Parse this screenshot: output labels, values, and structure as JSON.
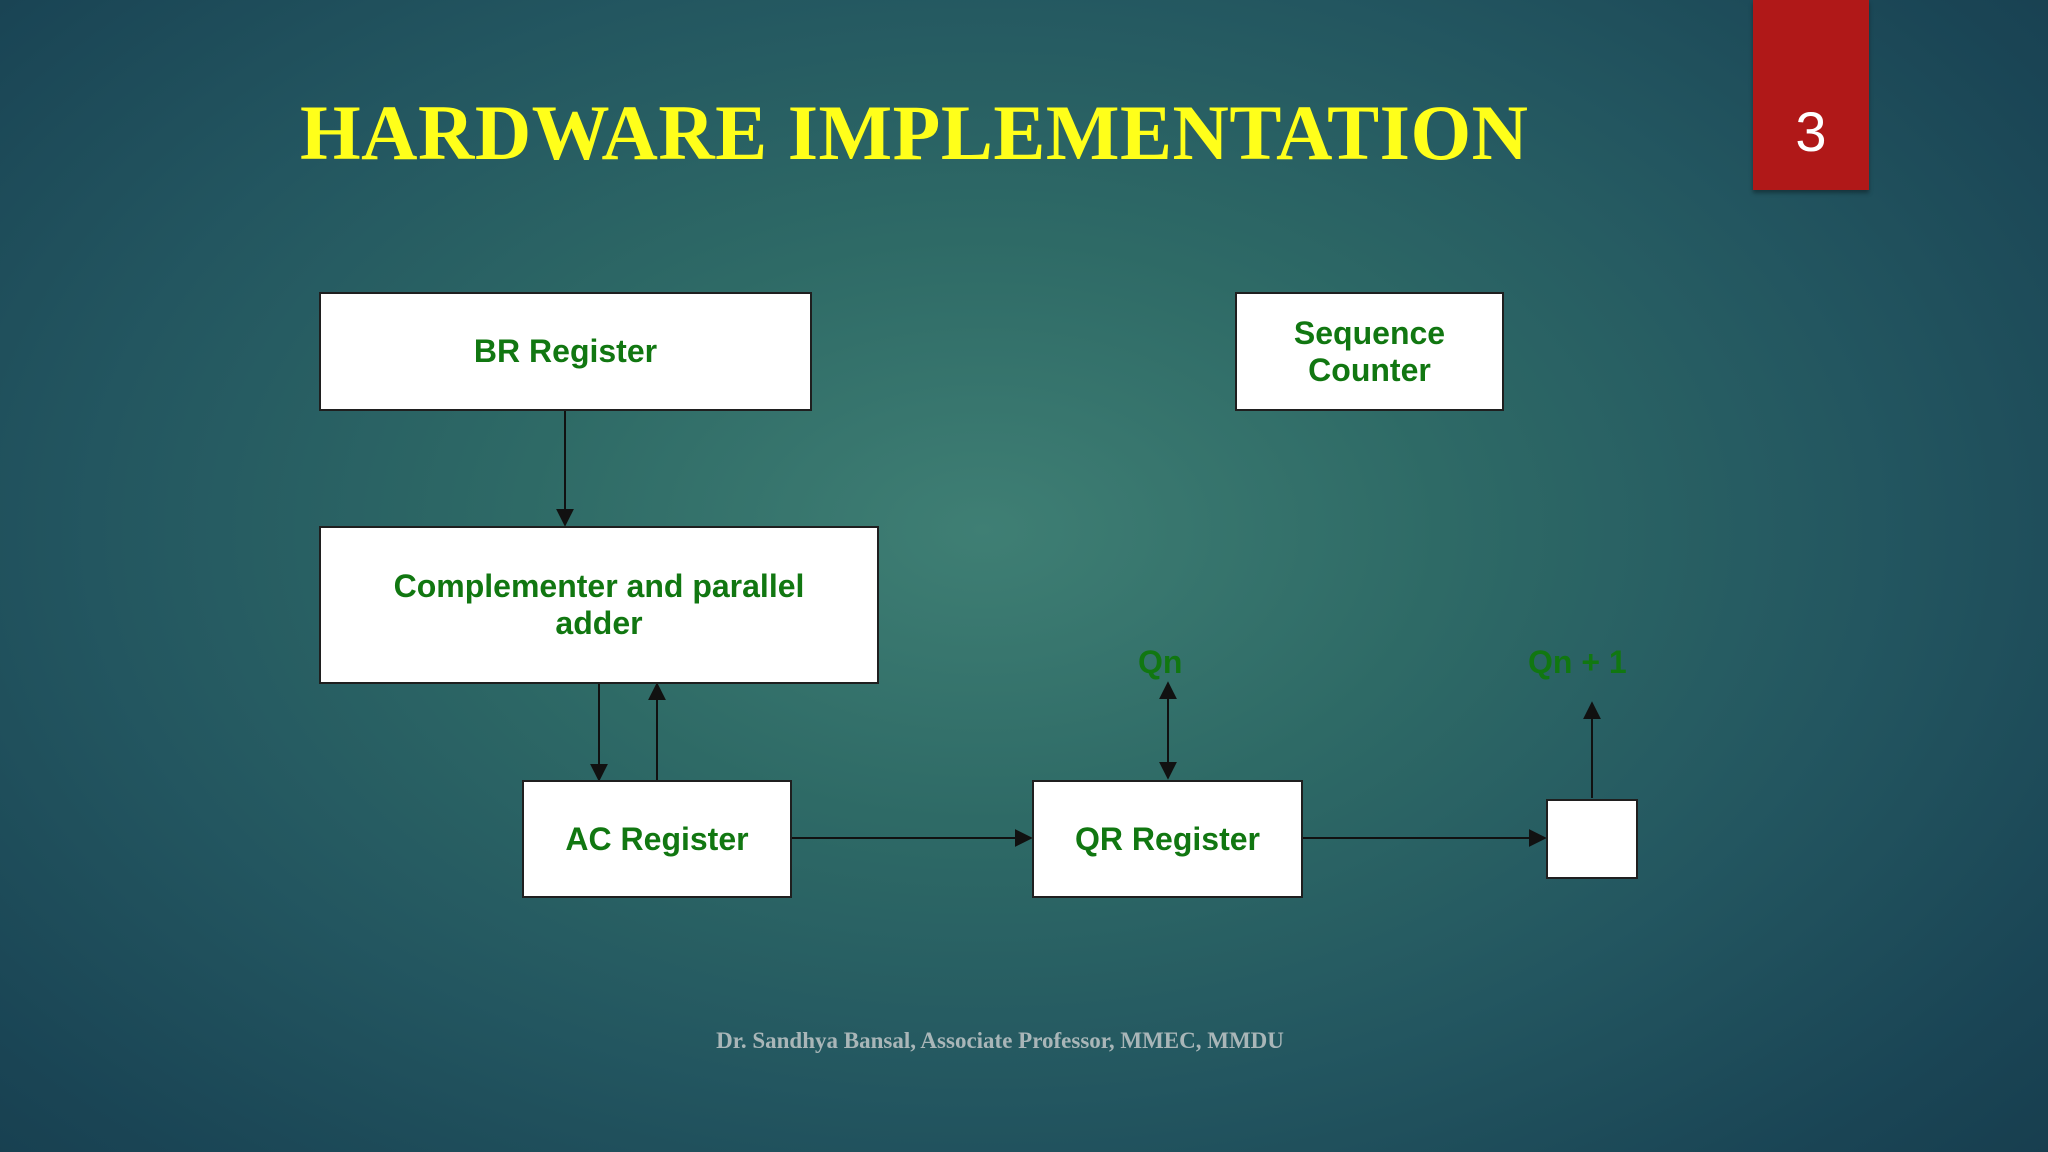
{
  "slide": {
    "title": "HARDWARE IMPLEMENTATION",
    "page_number": "3",
    "footer": "Dr. Sandhya Bansal, Associate Professor, MMEC, MMDU"
  },
  "diagram": {
    "blocks": {
      "br_register": "BR Register",
      "sequence_counter": "Sequence Counter",
      "complementer_adder": "Complementer and parallel adder",
      "ac_register": "AC Register",
      "qr_register": "QR Register",
      "qn1_flipflop": ""
    },
    "signals": {
      "qn": "Qn",
      "qn_plus_1": "Qn + 1"
    }
  },
  "colors": {
    "title": "#ffff1a",
    "page_tab": "#b01818",
    "block_text": "#117711",
    "block_fill": "#ffffff",
    "arrow": "#111111"
  }
}
